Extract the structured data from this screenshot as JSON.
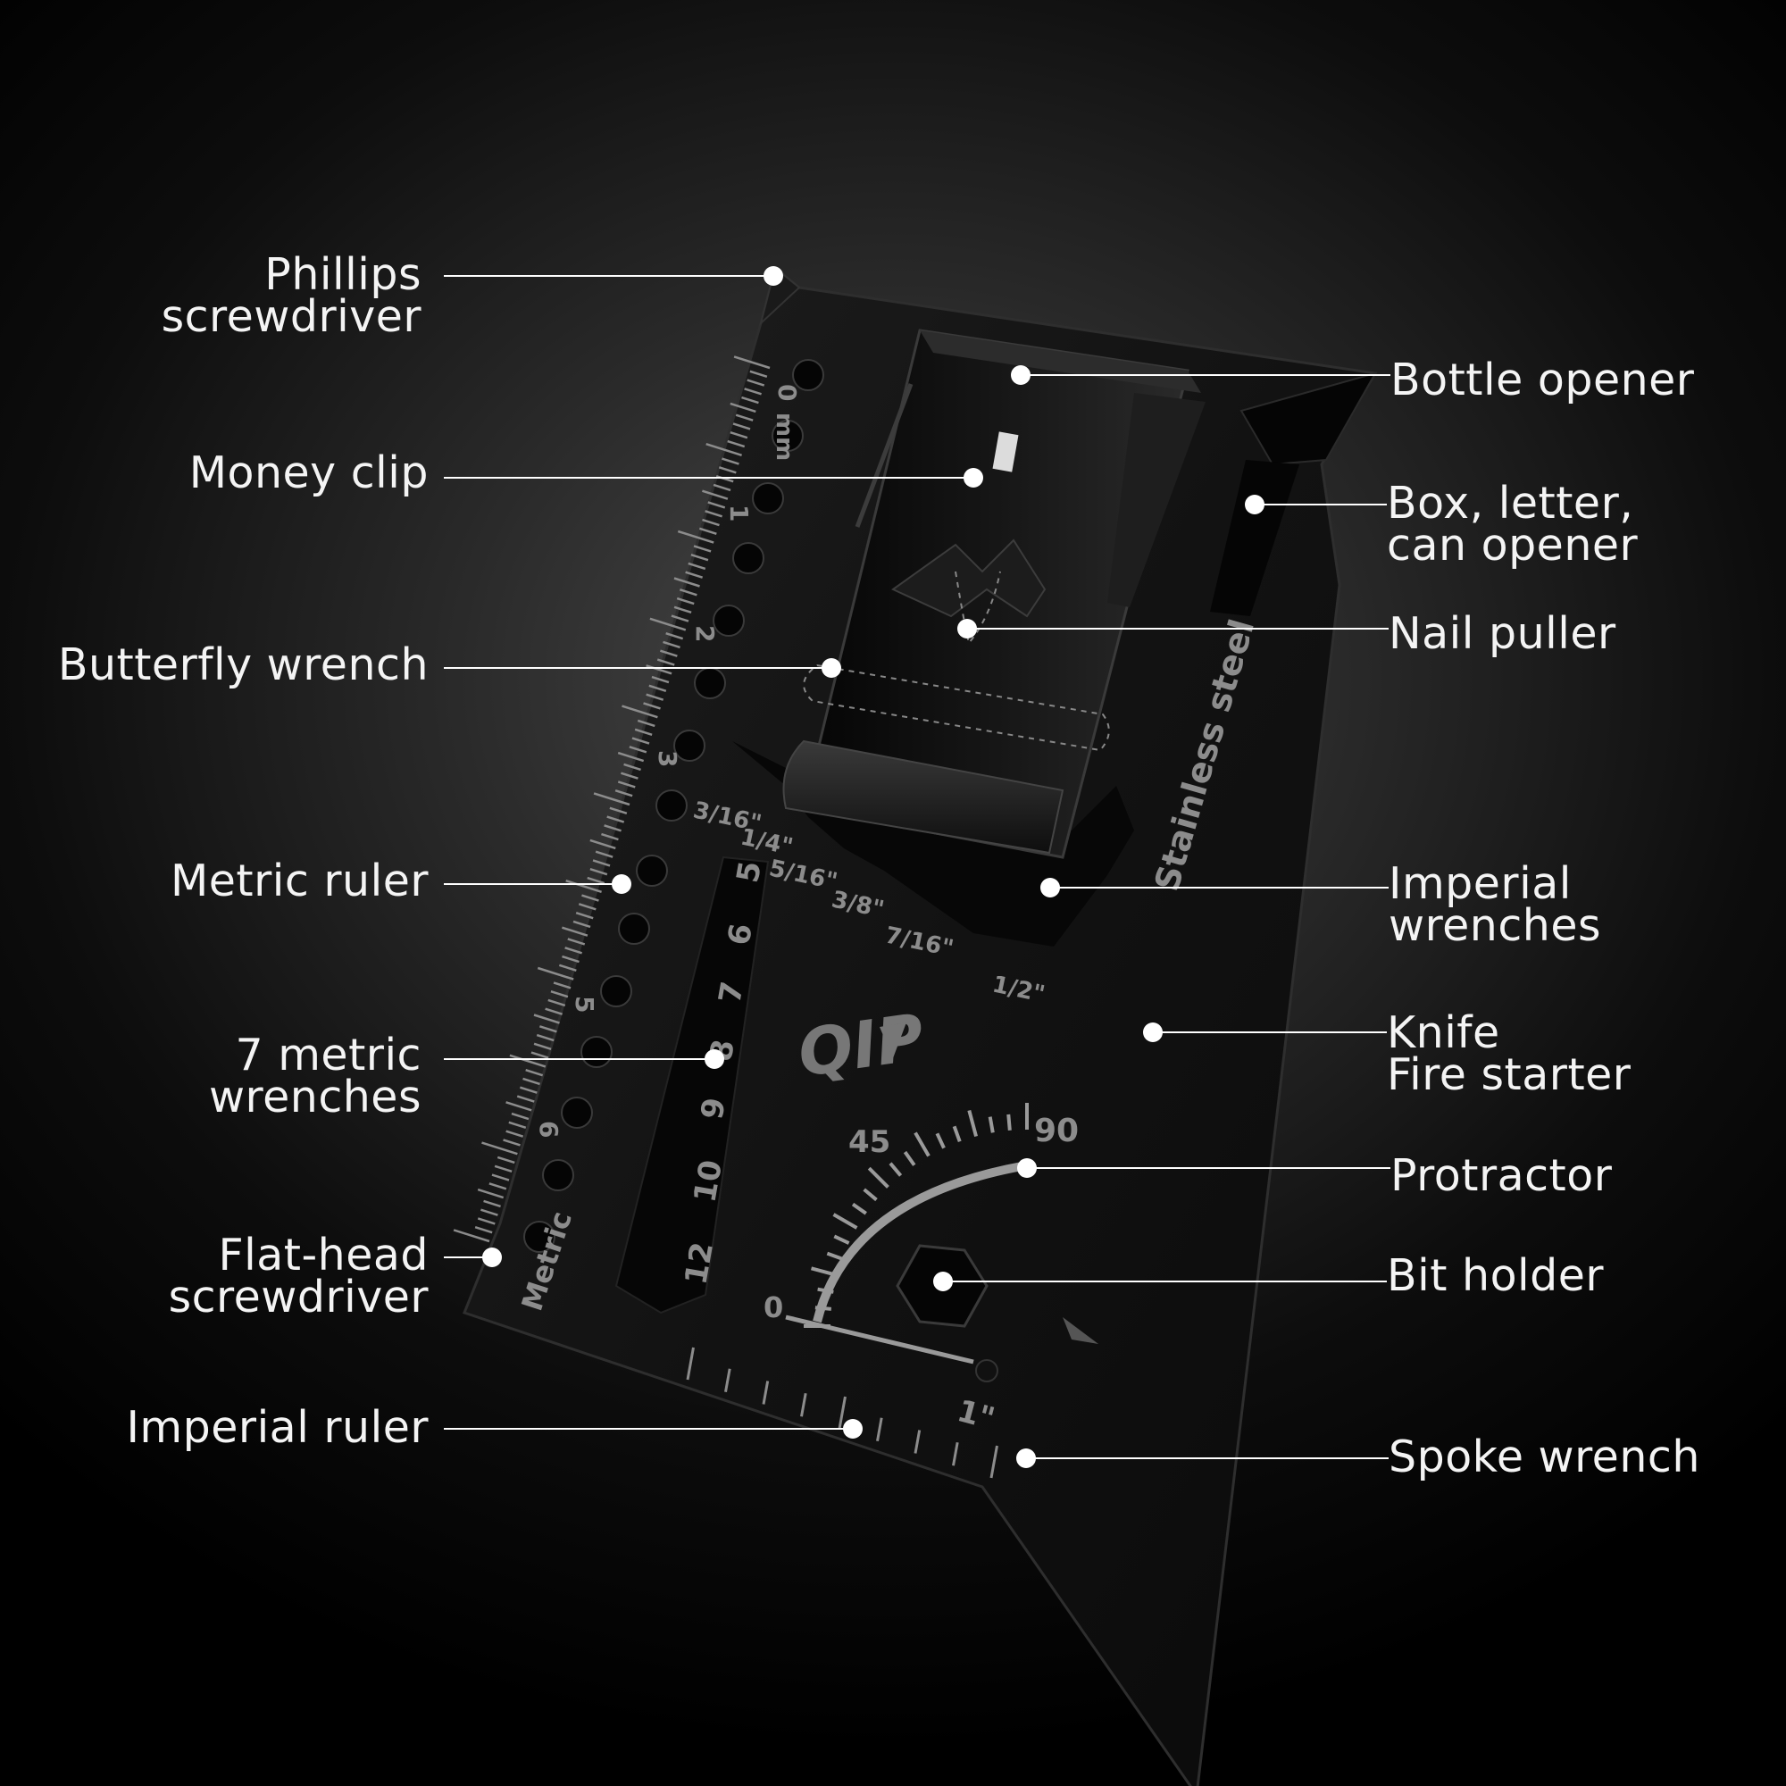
{
  "colors": {
    "background_center": "#4a4a4a",
    "card": "#111111",
    "engraving": "#8c8c8c",
    "label_text": "#f4f4f4",
    "leader_line": "#ffffff"
  },
  "callouts": [
    {
      "id": "phillips-screwdriver",
      "side": "left",
      "lines": [
        "Phillips",
        "screwdriver"
      ]
    },
    {
      "id": "money-clip",
      "side": "left",
      "lines": [
        "Money clip"
      ]
    },
    {
      "id": "butterfly-wrench",
      "side": "left",
      "lines": [
        "Butterfly wrench"
      ]
    },
    {
      "id": "metric-ruler",
      "side": "left",
      "lines": [
        "Metric ruler"
      ]
    },
    {
      "id": "7-metric-wrenches",
      "side": "left",
      "lines": [
        "7 metric",
        "wrenches"
      ]
    },
    {
      "id": "flat-head-screwdriver",
      "side": "left",
      "lines": [
        "Flat-head",
        "screwdriver"
      ]
    },
    {
      "id": "imperial-ruler",
      "side": "left",
      "lines": [
        "Imperial ruler"
      ]
    },
    {
      "id": "bottle-opener",
      "side": "right",
      "lines": [
        "Bottle opener"
      ]
    },
    {
      "id": "box-letter-can-opener",
      "side": "right",
      "lines": [
        "Box, letter,",
        "can opener"
      ]
    },
    {
      "id": "nail-puller",
      "side": "right",
      "lines": [
        "Nail puller"
      ]
    },
    {
      "id": "imperial-wrenches",
      "side": "right",
      "lines": [
        "Imperial",
        "wrenches"
      ]
    },
    {
      "id": "knife-fire-starter",
      "side": "right",
      "lines": [
        "Knife",
        "Fire starter"
      ]
    },
    {
      "id": "protractor",
      "side": "right",
      "lines": [
        "Protractor"
      ]
    },
    {
      "id": "bit-holder",
      "side": "right",
      "lines": [
        "Bit holder"
      ]
    },
    {
      "id": "spoke-wrench",
      "side": "right",
      "lines": [
        "Spoke wrench"
      ]
    }
  ],
  "engravings": {
    "metric_unit": "mm",
    "metric_numbers": [
      "0",
      "1",
      "2",
      "3",
      "5",
      "6"
    ],
    "metric_word": "Metric",
    "stainless": "Stainless steel",
    "brand": "QIP",
    "imperial_sizes": [
      "3/16\"",
      "1/4\"",
      "5/16\"",
      "3/8\"",
      "7/16\"",
      "1/2\""
    ],
    "metric_wrench_sizes": [
      "5",
      "6",
      "7",
      "8",
      "9",
      "10",
      "12"
    ],
    "protractor_marks": [
      "0",
      "45",
      "90"
    ],
    "inch_mark": "1\""
  }
}
